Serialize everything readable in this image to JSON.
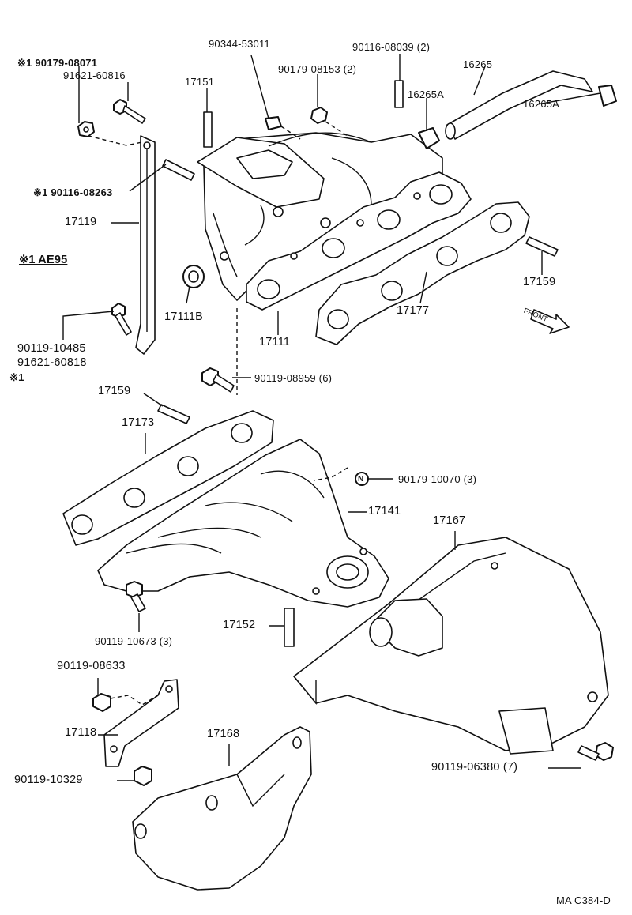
{
  "labels": {
    "l_90344_53011": "90344-53011",
    "l_90116_08039": "90116-08039 (2)",
    "l_90179_08071": "※1 90179-08071",
    "l_90179_08153": "90179-08153 (2)",
    "l_91621_60816": "91621-60816",
    "l_17151": "17151",
    "l_16265": "16265",
    "l_16265A_a": "16265A",
    "l_16265A_b": "16265A",
    "l_90116_08263": "※1 90116-08263",
    "l_17119": "17119",
    "l_ae95": "※1 AE95",
    "l_17111B": "17111B",
    "l_17159_a": "17159",
    "l_17177": "17177",
    "l_front": "FRONT",
    "l_17111": "17111",
    "l_90119_10485": "90119-10485",
    "l_91621_60818": "91621-60818",
    "l_mark1": "※1",
    "l_90119_08959": "90119-08959 (6)",
    "l_17159_b": "17159",
    "l_17173": "17173",
    "l_90179_10070": "90179-10070 (3)",
    "l_n": "N",
    "l_17141": "17141",
    "l_17167": "17167",
    "l_90119_10673": "90119-10673 (3)",
    "l_17152": "17152",
    "l_90119_08633": "90119-08633",
    "l_17118": "17118",
    "l_17168": "17168",
    "l_90119_10329": "90119-10329",
    "l_90119_06380": "90119-06380 (7)",
    "l_code": "MA  C384-D"
  }
}
